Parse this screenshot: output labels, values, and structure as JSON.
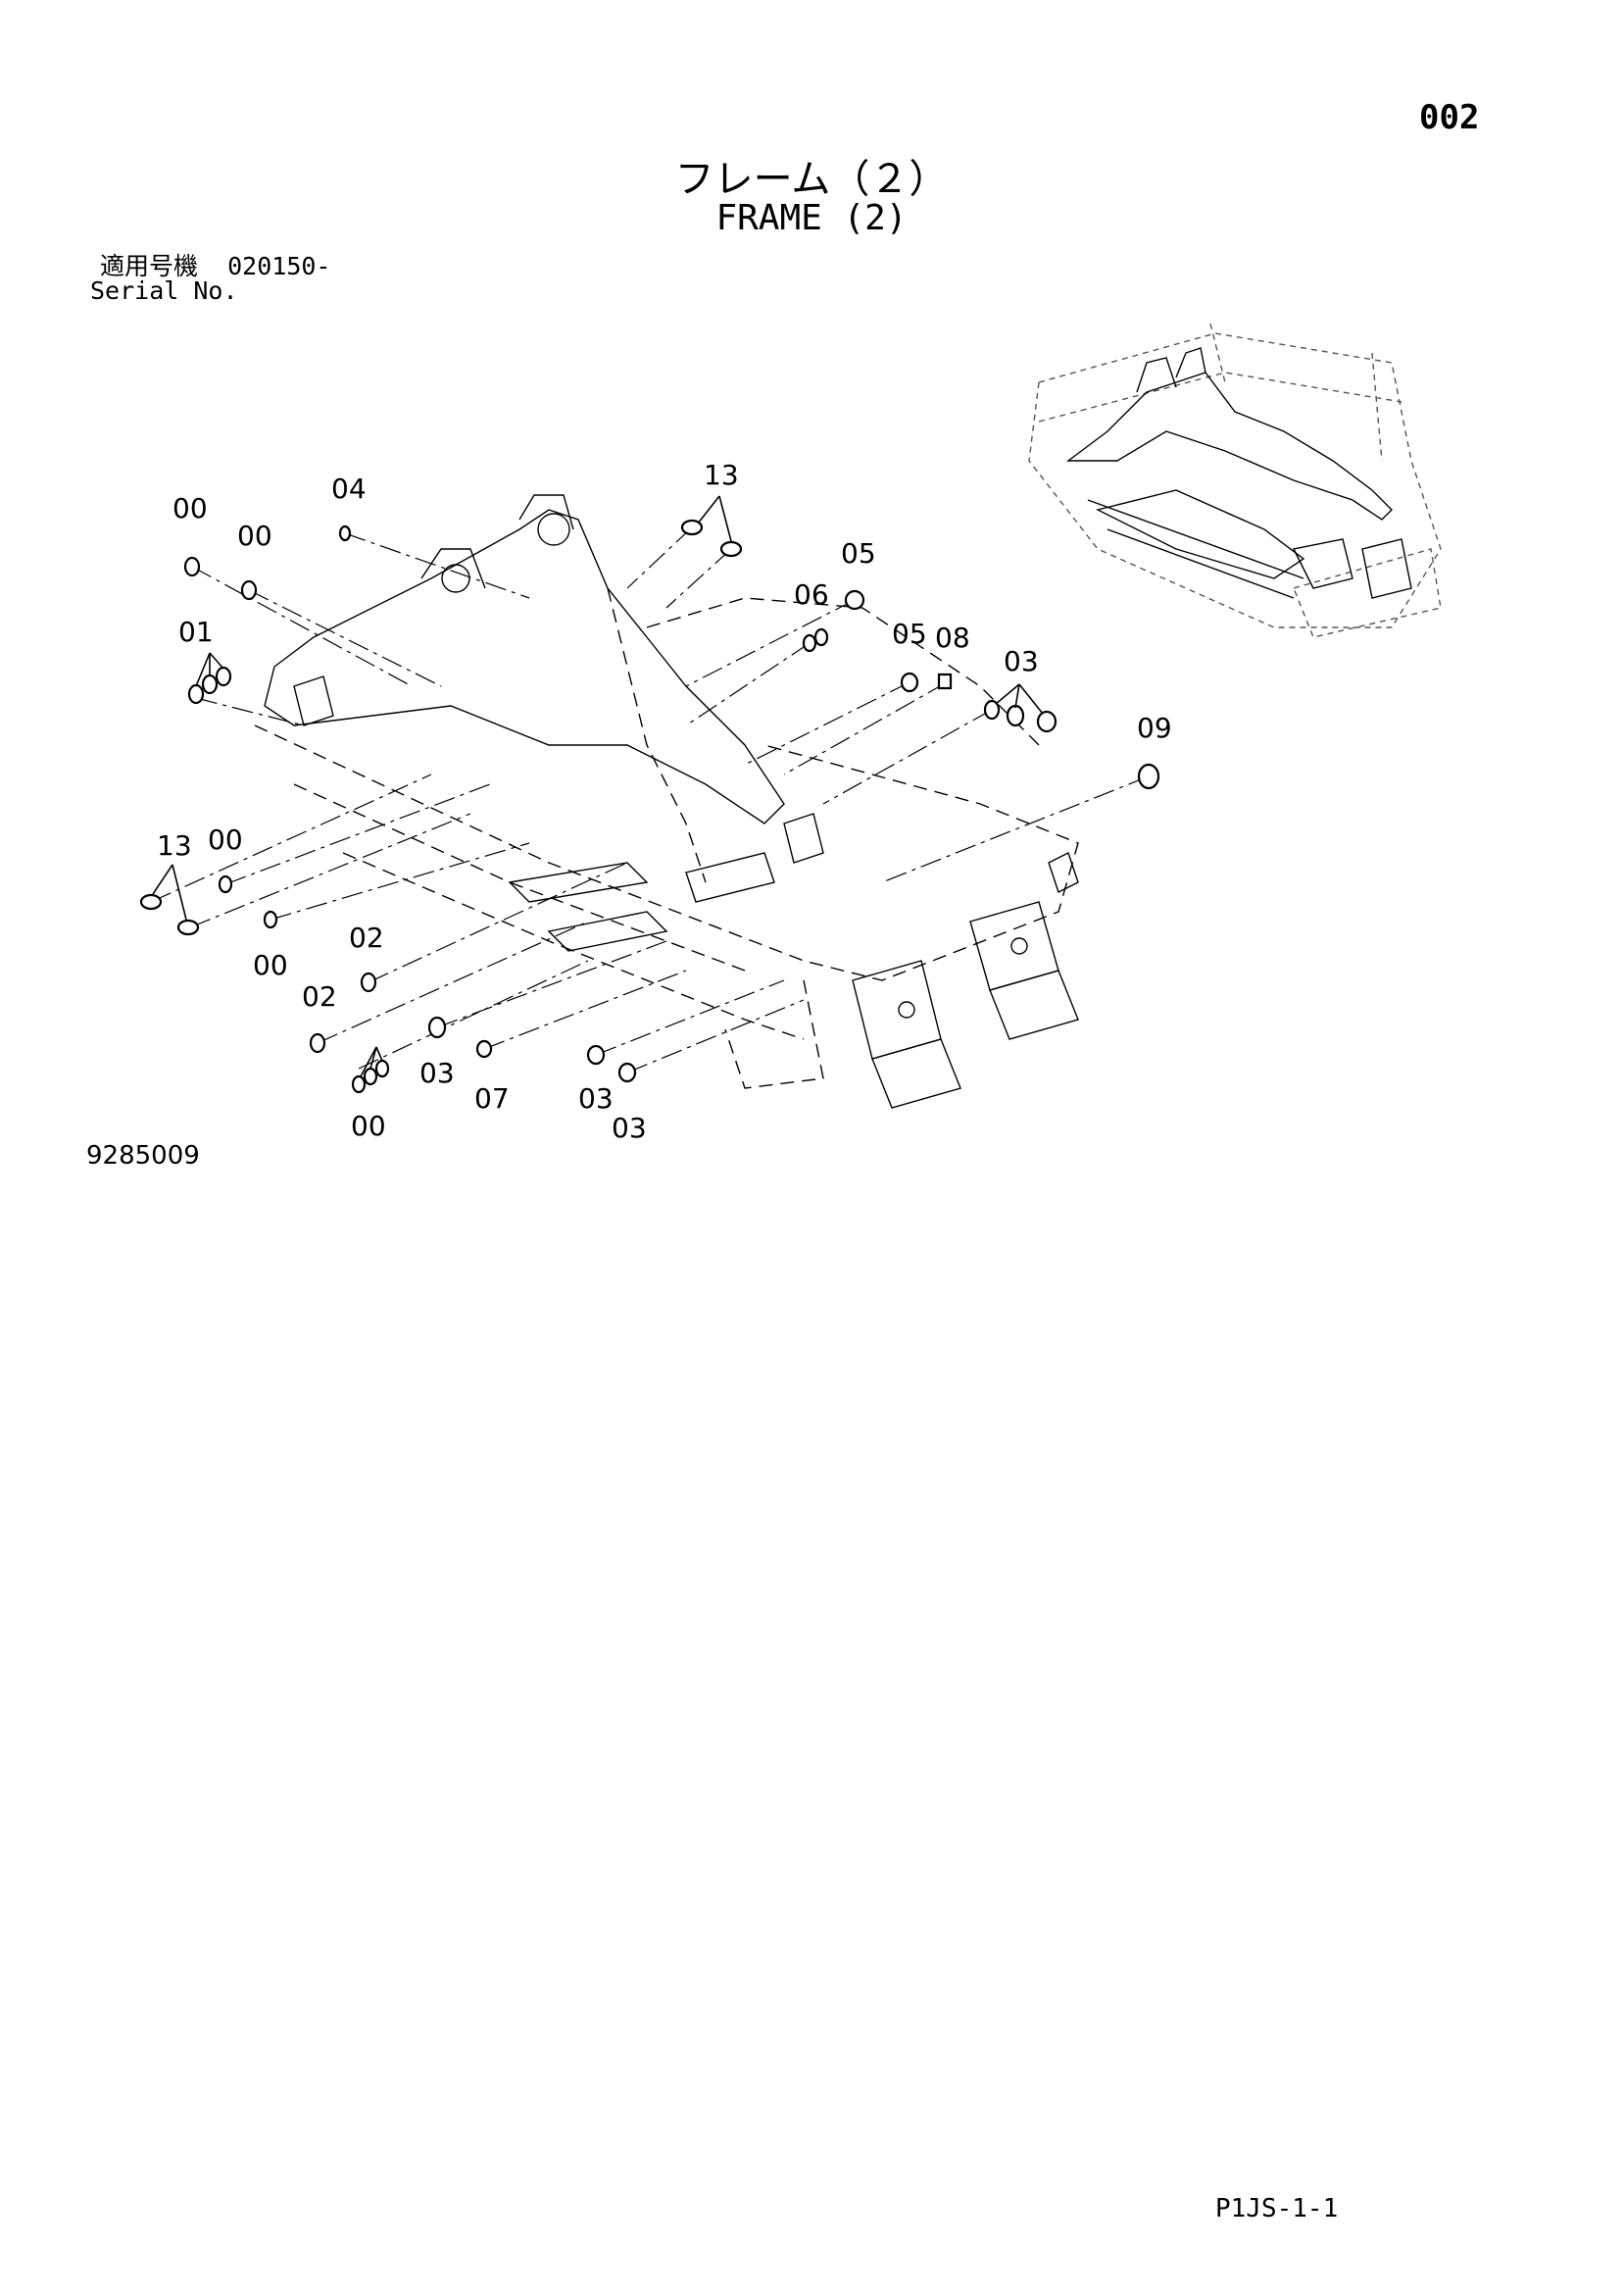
{
  "header": {
    "page_number": "002",
    "title_jp": "フレーム（２）",
    "title_en": "FRAME (2)",
    "serial_label_jp": "適用号機",
    "serial_value": "020150-",
    "serial_label_en": "Serial No."
  },
  "diagram": {
    "drawing_number": "9285009",
    "callouts": [
      {
        "id": "c00a",
        "label": "00"
      },
      {
        "id": "c00b",
        "label": "00"
      },
      {
        "id": "c04",
        "label": "04"
      },
      {
        "id": "c13a",
        "label": "13"
      },
      {
        "id": "c05a",
        "label": "05"
      },
      {
        "id": "c06",
        "label": "06"
      },
      {
        "id": "c01",
        "label": "01"
      },
      {
        "id": "c05b",
        "label": "05"
      },
      {
        "id": "c08",
        "label": "08"
      },
      {
        "id": "c03a",
        "label": "03"
      },
      {
        "id": "c09",
        "label": "09"
      },
      {
        "id": "c13b",
        "label": "13"
      },
      {
        "id": "c00c",
        "label": "00"
      },
      {
        "id": "c00d",
        "label": "00"
      },
      {
        "id": "c02a",
        "label": "02"
      },
      {
        "id": "c02b",
        "label": "02"
      },
      {
        "id": "c03b",
        "label": "03"
      },
      {
        "id": "c07",
        "label": "07"
      },
      {
        "id": "c03c",
        "label": "03"
      },
      {
        "id": "c03d",
        "label": "03"
      },
      {
        "id": "c00e",
        "label": "00"
      }
    ]
  },
  "footer": {
    "page_code": "P1JS-1-1"
  },
  "colors": {
    "ink": "#000000",
    "paper": "#ffffff"
  }
}
